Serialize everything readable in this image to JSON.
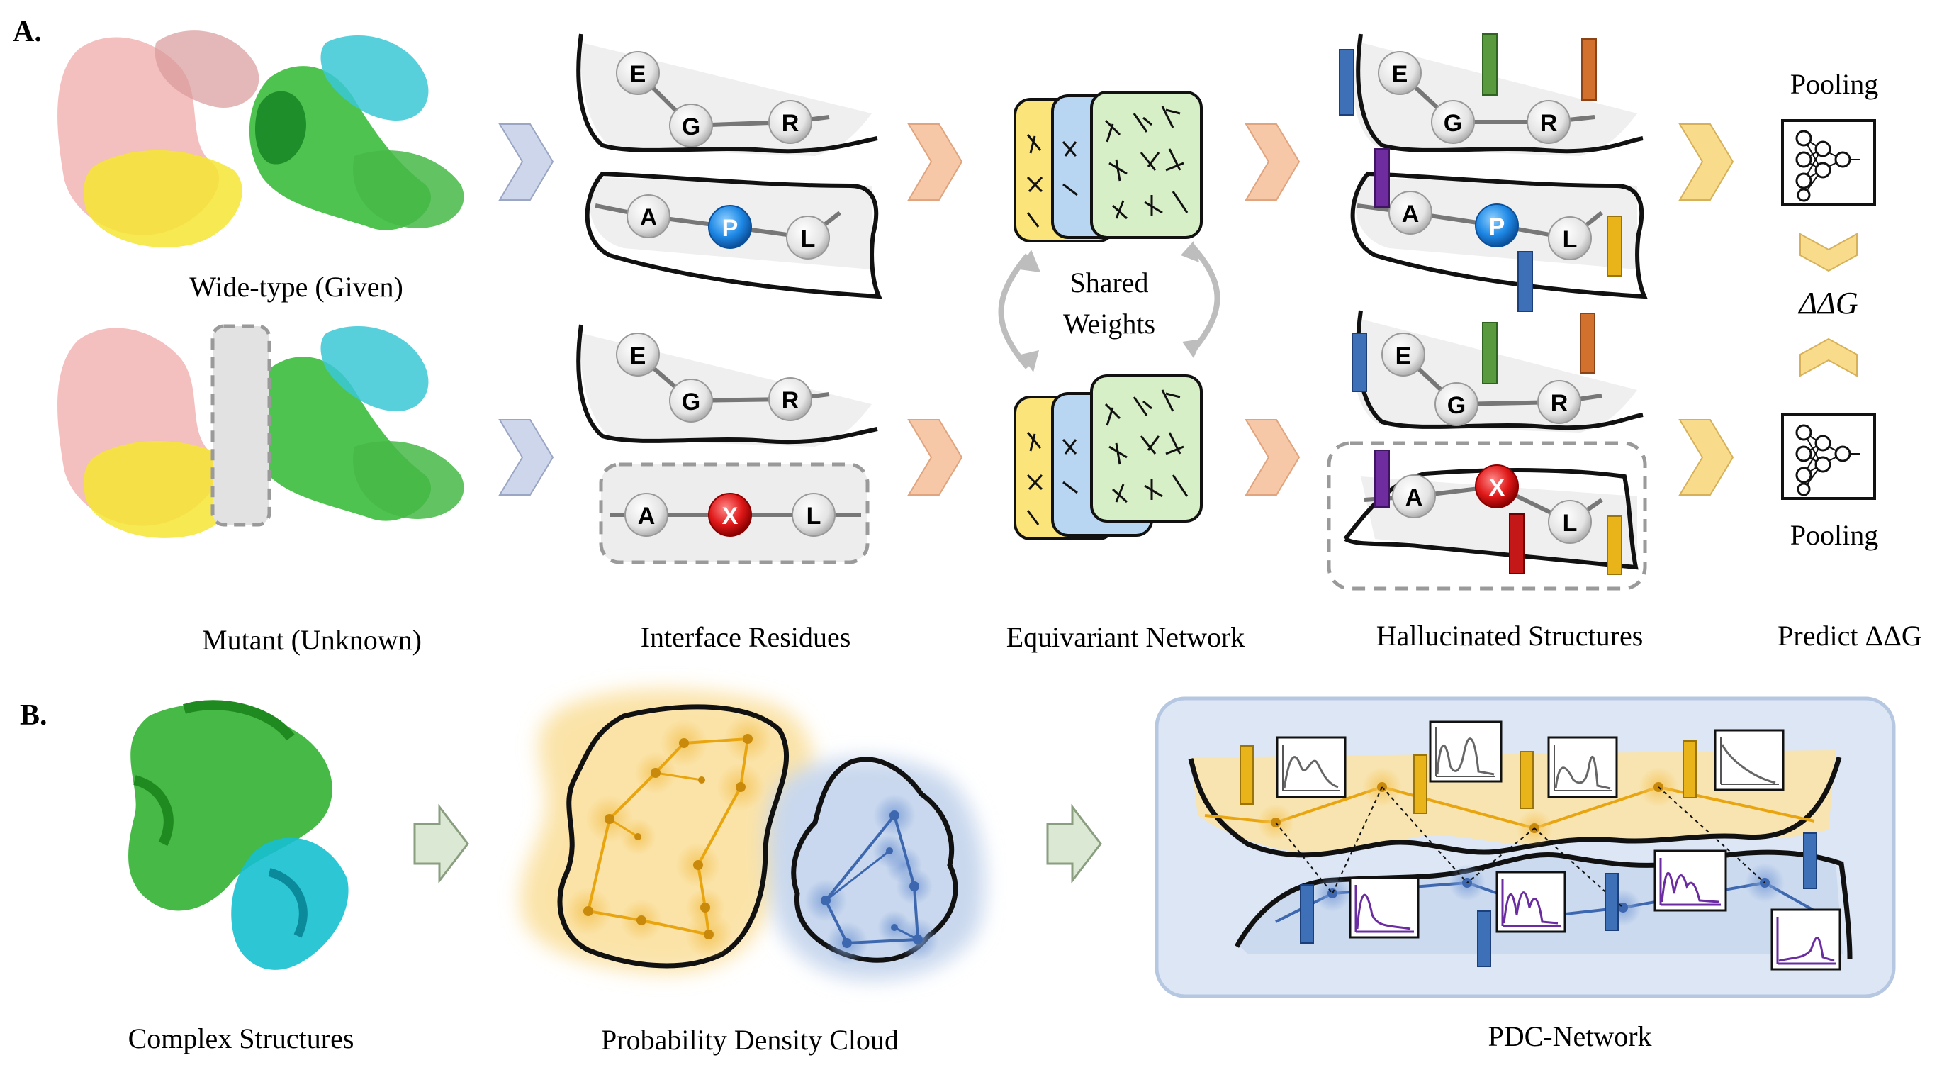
{
  "panel_a": {
    "label": "A.",
    "protein_top_caption": "Wide-type (Given)",
    "protein_bottom_caption": "Mutant (Unknown)",
    "col_interface": "Interface Residues",
    "col_network": "Equivariant Network",
    "col_halluc": "Hallucinated Structures",
    "col_predict": "Predict ΔΔG",
    "shared_weights_line1": "Shared",
    "shared_weights_line2": "Weights",
    "pooling_top": "Pooling",
    "pooling_bottom": "Pooling",
    "delta_g": "ΔΔG",
    "residues": {
      "e": "E",
      "g": "G",
      "r": "R",
      "a": "A",
      "p": "P",
      "l": "L",
      "x": "X"
    }
  },
  "panel_b": {
    "label": "B.",
    "caption_complex": "Complex Structures",
    "caption_pdc": "Probability Density Cloud",
    "caption_network": "PDC-Network"
  },
  "colors": {
    "arrow_blue": "#cdd6ea",
    "arrow_orange": "#f6c8a8",
    "arrow_yellow": "#f8dc8c",
    "arrow_green": "#dbe8d3",
    "residue_blue": "#1e88e5",
    "residue_red": "#e01818",
    "cloud_yellow": "#fbe3a8",
    "cloud_blue": "#c9d8ee",
    "panel_bg": "#dce6f4",
    "gold_line": "#e8a510",
    "blue_line": "#3d68b0",
    "purple_plot": "#6a2ca0"
  },
  "icons": [
    "protein-cartoon",
    "chevron-arrow",
    "graph-layers",
    "neural-network-icon",
    "histogram-plot",
    "feature-vector"
  ]
}
